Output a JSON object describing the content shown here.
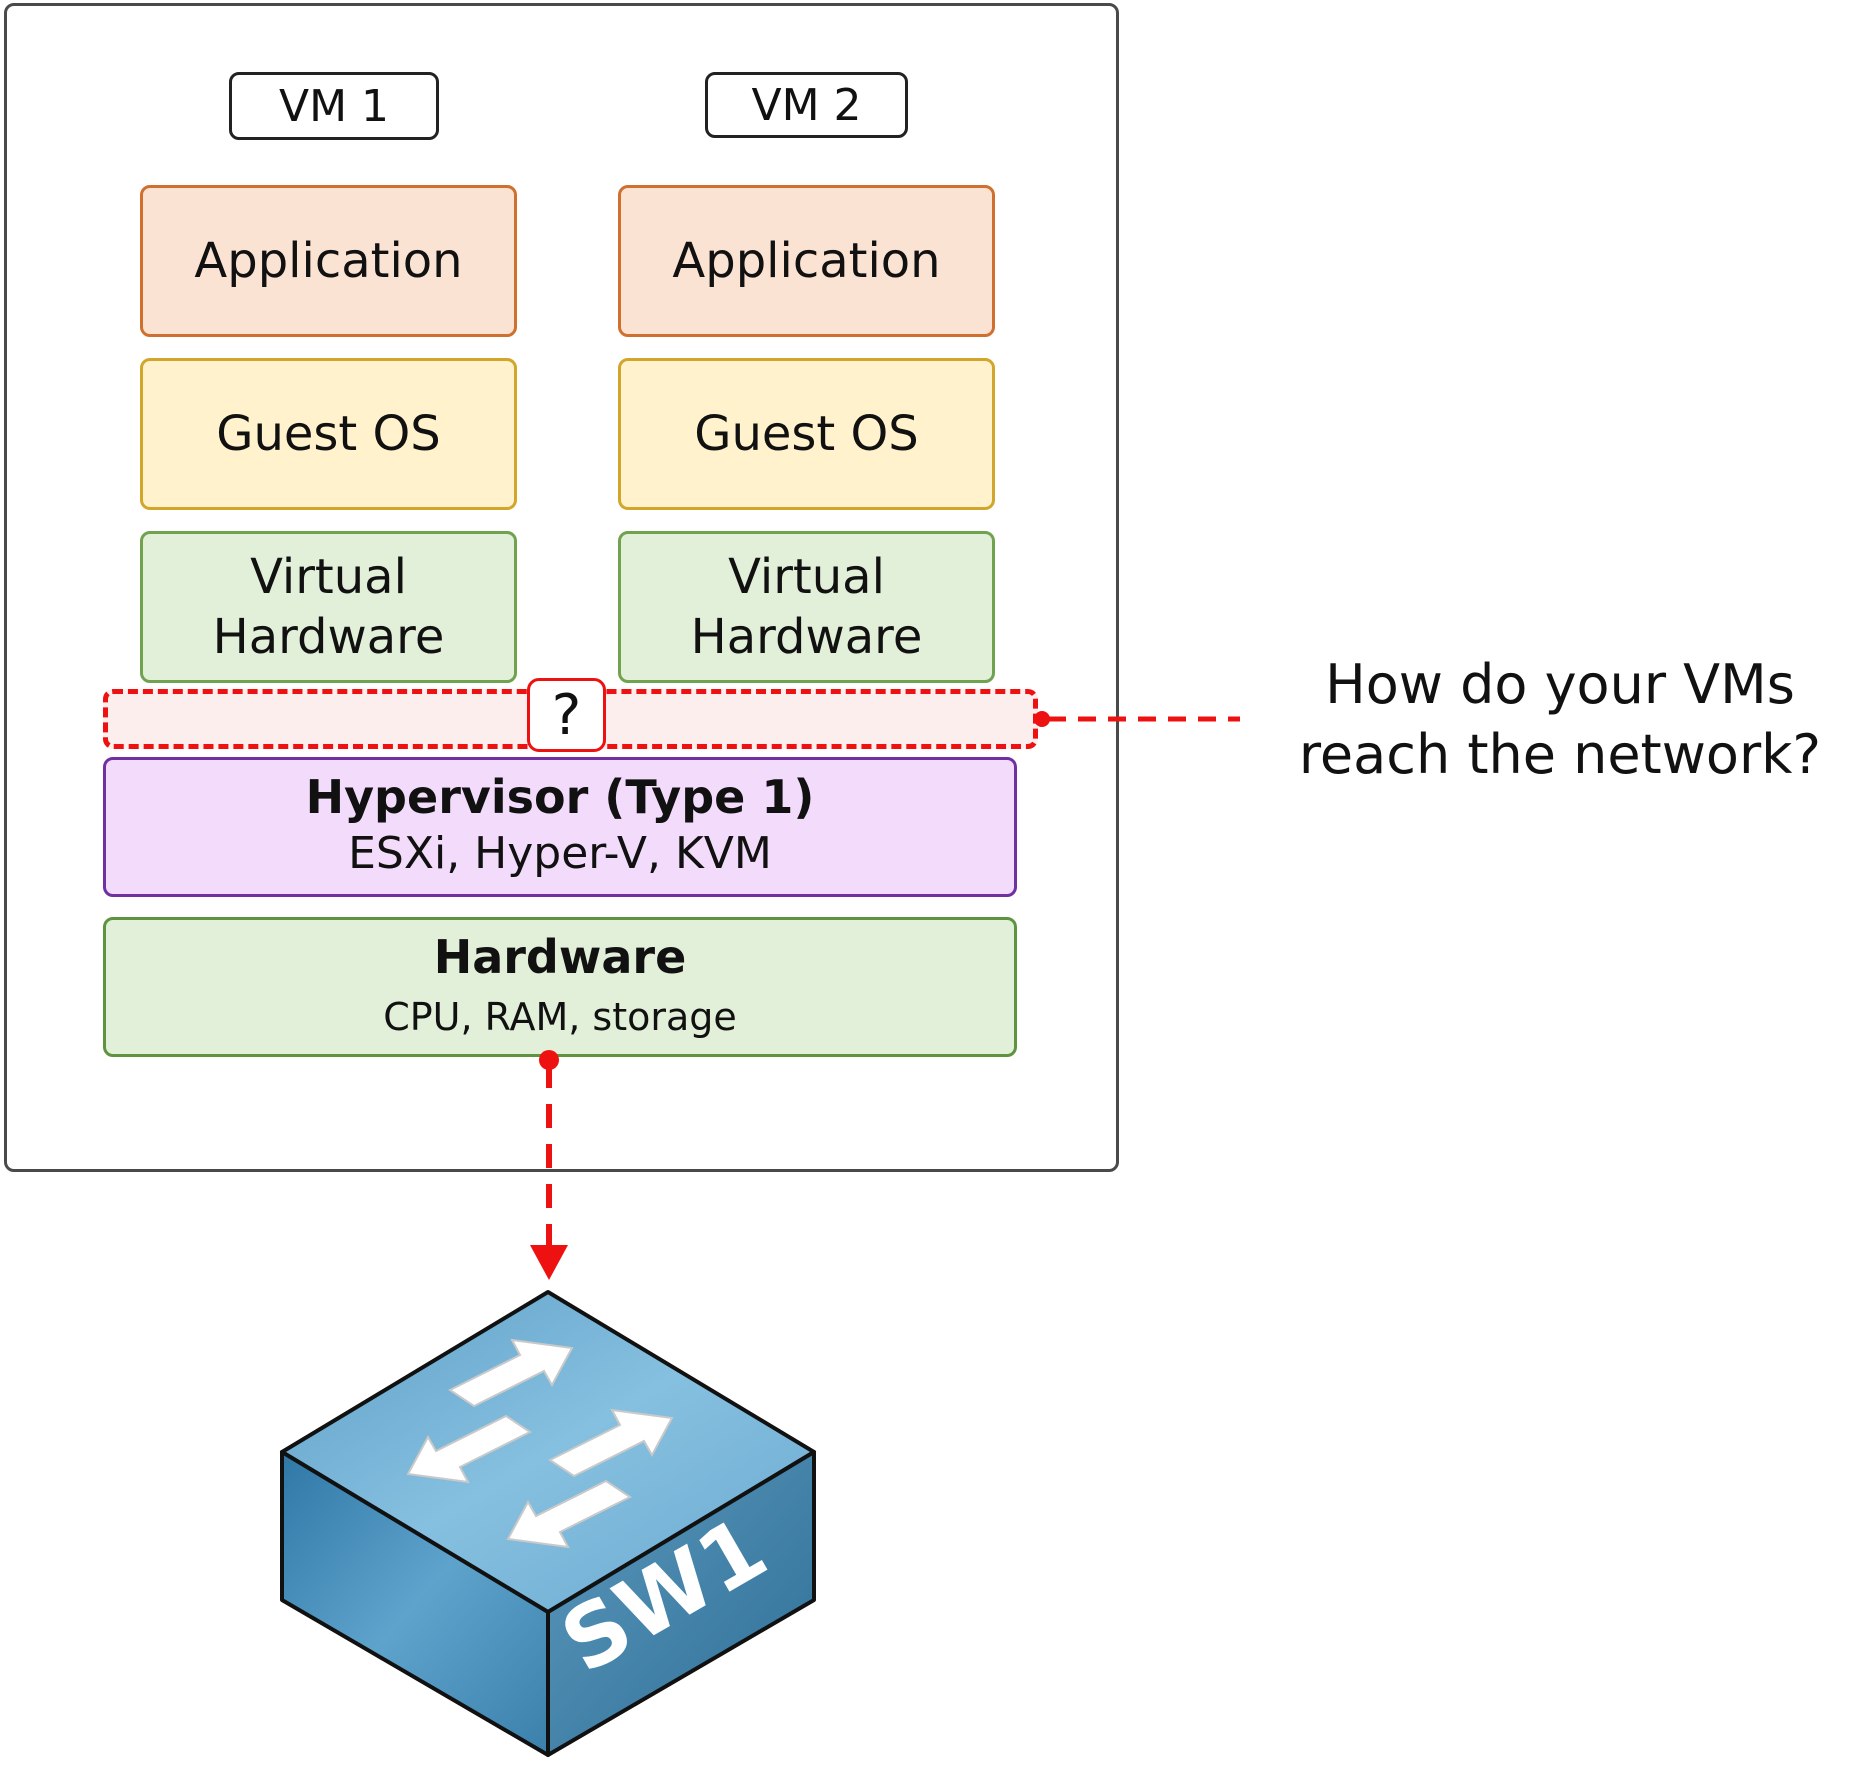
{
  "vm1": {
    "label": "VM 1",
    "application": "Application",
    "guest_os": "Guest OS",
    "virtual_hardware_line1": "Virtual",
    "virtual_hardware_line2": "Hardware"
  },
  "vm2": {
    "label": "VM 2",
    "application": "Application",
    "guest_os": "Guest OS",
    "virtual_hardware_line1": "Virtual",
    "virtual_hardware_line2": "Hardware"
  },
  "unknown_marker": "?",
  "hypervisor": {
    "title": "Hypervisor (Type 1)",
    "examples": "ESXi, Hyper-V, KVM"
  },
  "hardware": {
    "title": "Hardware",
    "details": "CPU, RAM, storage"
  },
  "question": {
    "line1": "How do your VMs",
    "line2": "reach the network?"
  },
  "switch": {
    "label": "SW1"
  },
  "colors": {
    "dash_red": "#ee1111",
    "switch_top": "#7fb6d6",
    "switch_left": "#3b82ad",
    "switch_right": "#3f7ea3"
  }
}
